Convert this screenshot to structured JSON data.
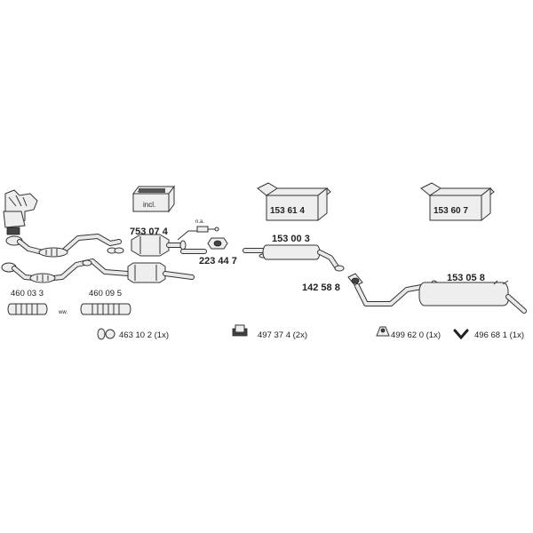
{
  "parts": {
    "p753074": "753 07 4",
    "p223447": "223 44 7",
    "p153003": "153 00 3",
    "p142588": "142 58 8",
    "p153058": "153 05 8",
    "p460033": "460 03 3",
    "p460095": "460 09 5",
    "ww": "ww.",
    "na": "n.a.",
    "p463102": "463 10 2 (1x)",
    "p497374": "497 37 4 (2x)",
    "p499620": "499 62 0  (1x)",
    "p496681": "496 68 1 (1x)"
  },
  "boxes": {
    "incl": "incl.",
    "kit1": "153 61 4",
    "kit2": "153 60 7"
  }
}
